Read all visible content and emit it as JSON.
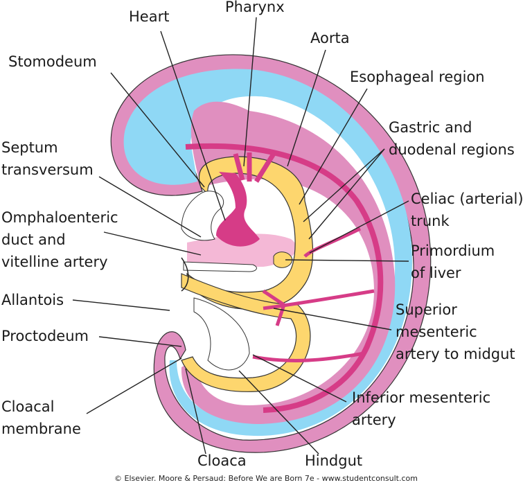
{
  "labels": {
    "heart": "Heart",
    "pharynx": "Pharynx",
    "aorta": "Aorta",
    "esophageal": "Esophageal region",
    "gastric": [
      "Gastric and",
      "duodenal regions"
    ],
    "celiac": [
      "Celiac (arterial)",
      "trunk"
    ],
    "liver": [
      "Primordium",
      "of liver"
    ],
    "superior": [
      "Superior",
      "mesenteric",
      "artery to midgut"
    ],
    "inferior": [
      "Inferior mesenteric",
      "artery"
    ],
    "hindgut": "Hindgut",
    "cloaca": "Cloaca",
    "cloacal_membrane": [
      "Cloacal",
      "membrane"
    ],
    "proctodeum": "Proctodeum",
    "allantois": "Allantois",
    "omphaloenteric": [
      "Omphaloenteric",
      "duct and",
      "vitelline artery"
    ],
    "septum": [
      "Septum",
      "transversum"
    ],
    "stomodeum": "Stomodeum"
  },
  "footer": "© Elsevier. Moore & Persaud: Before We are Born 7e - www.studentconsult.com",
  "colors": {
    "ectoderm": "#e08fbf",
    "amnion": "#8fd8f5",
    "body": "#e08fbf",
    "gut": "#fdd66e",
    "artery": "#d63c87",
    "light": "#f4b8d6"
  }
}
